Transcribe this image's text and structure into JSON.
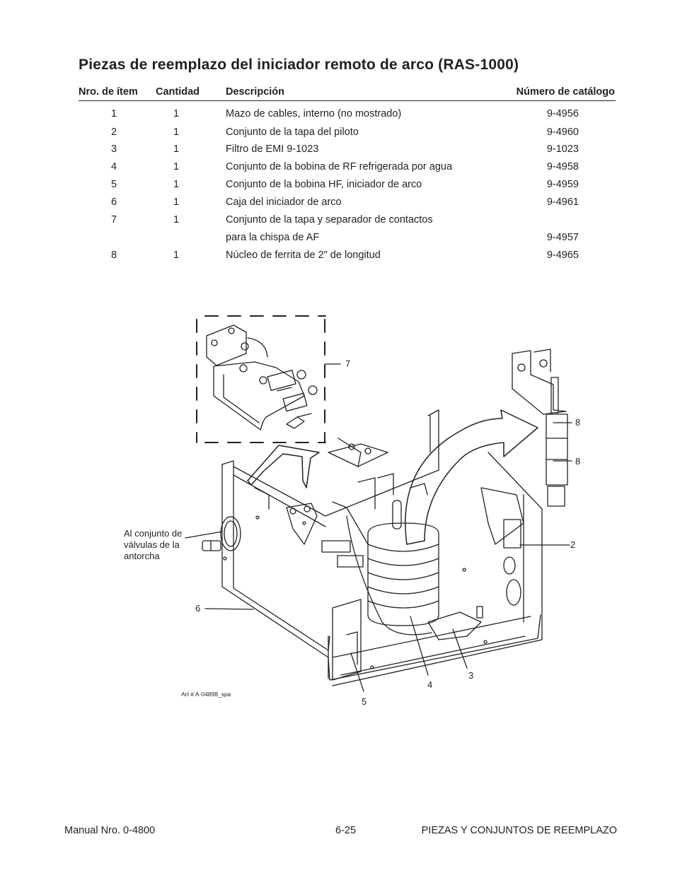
{
  "title": "Piezas de reemplazo del iniciador remoto de arco (RAS-1000)",
  "table": {
    "headers": {
      "item": "Nro. de ítem",
      "qty": "Cantidad",
      "desc": "Descripción",
      "cat": "Número de catálogo"
    },
    "rows": [
      {
        "item": "1",
        "qty": "1",
        "desc": "Mazo de cables, interno (no mostrado)",
        "cat": "9-4956"
      },
      {
        "item": "2",
        "qty": "1",
        "desc": "Conjunto de la tapa del piloto",
        "cat": "9-4960"
      },
      {
        "item": "3",
        "qty": "1",
        "desc": "Filtro de EMI 9-1023",
        "cat": "9-1023"
      },
      {
        "item": "4",
        "qty": "1",
        "desc": "Conjunto de la bobina de RF refrigerada por agua",
        "cat": "9-4958"
      },
      {
        "item": "5",
        "qty": "1",
        "desc": "Conjunto de la bobina HF, iniciador de arco",
        "cat": "9-4959"
      },
      {
        "item": "6",
        "qty": "1",
        "desc": "Caja del iniciador de arco",
        "cat": "9-4961"
      },
      {
        "item": "7",
        "qty": "1",
        "desc": "Conjunto de la tapa y separador de contactos",
        "cat": ""
      },
      {
        "item": "",
        "qty": "",
        "desc": "para la chispa de AF",
        "cat": "9-4957"
      },
      {
        "item": "8",
        "qty": "1",
        "desc": "Núcleo de ferrita de 2\" de longitud",
        "cat": "9-4965"
      }
    ]
  },
  "figure": {
    "callouts": {
      "c7": "7",
      "c8a": "8",
      "c8b": "8",
      "c2": "2",
      "c6": "6",
      "c4": "4",
      "c3": "3",
      "c5": "5"
    },
    "torch_label": [
      "Al conjunto de",
      "válvulas de la",
      "antorcha"
    ],
    "art_id": "Art # A-04898_spa"
  },
  "footer": {
    "left": "Manual Nro. 0-4800",
    "center": "6-25",
    "right": "PIEZAS Y CONJUNTOS DE REEMPLAZO"
  }
}
